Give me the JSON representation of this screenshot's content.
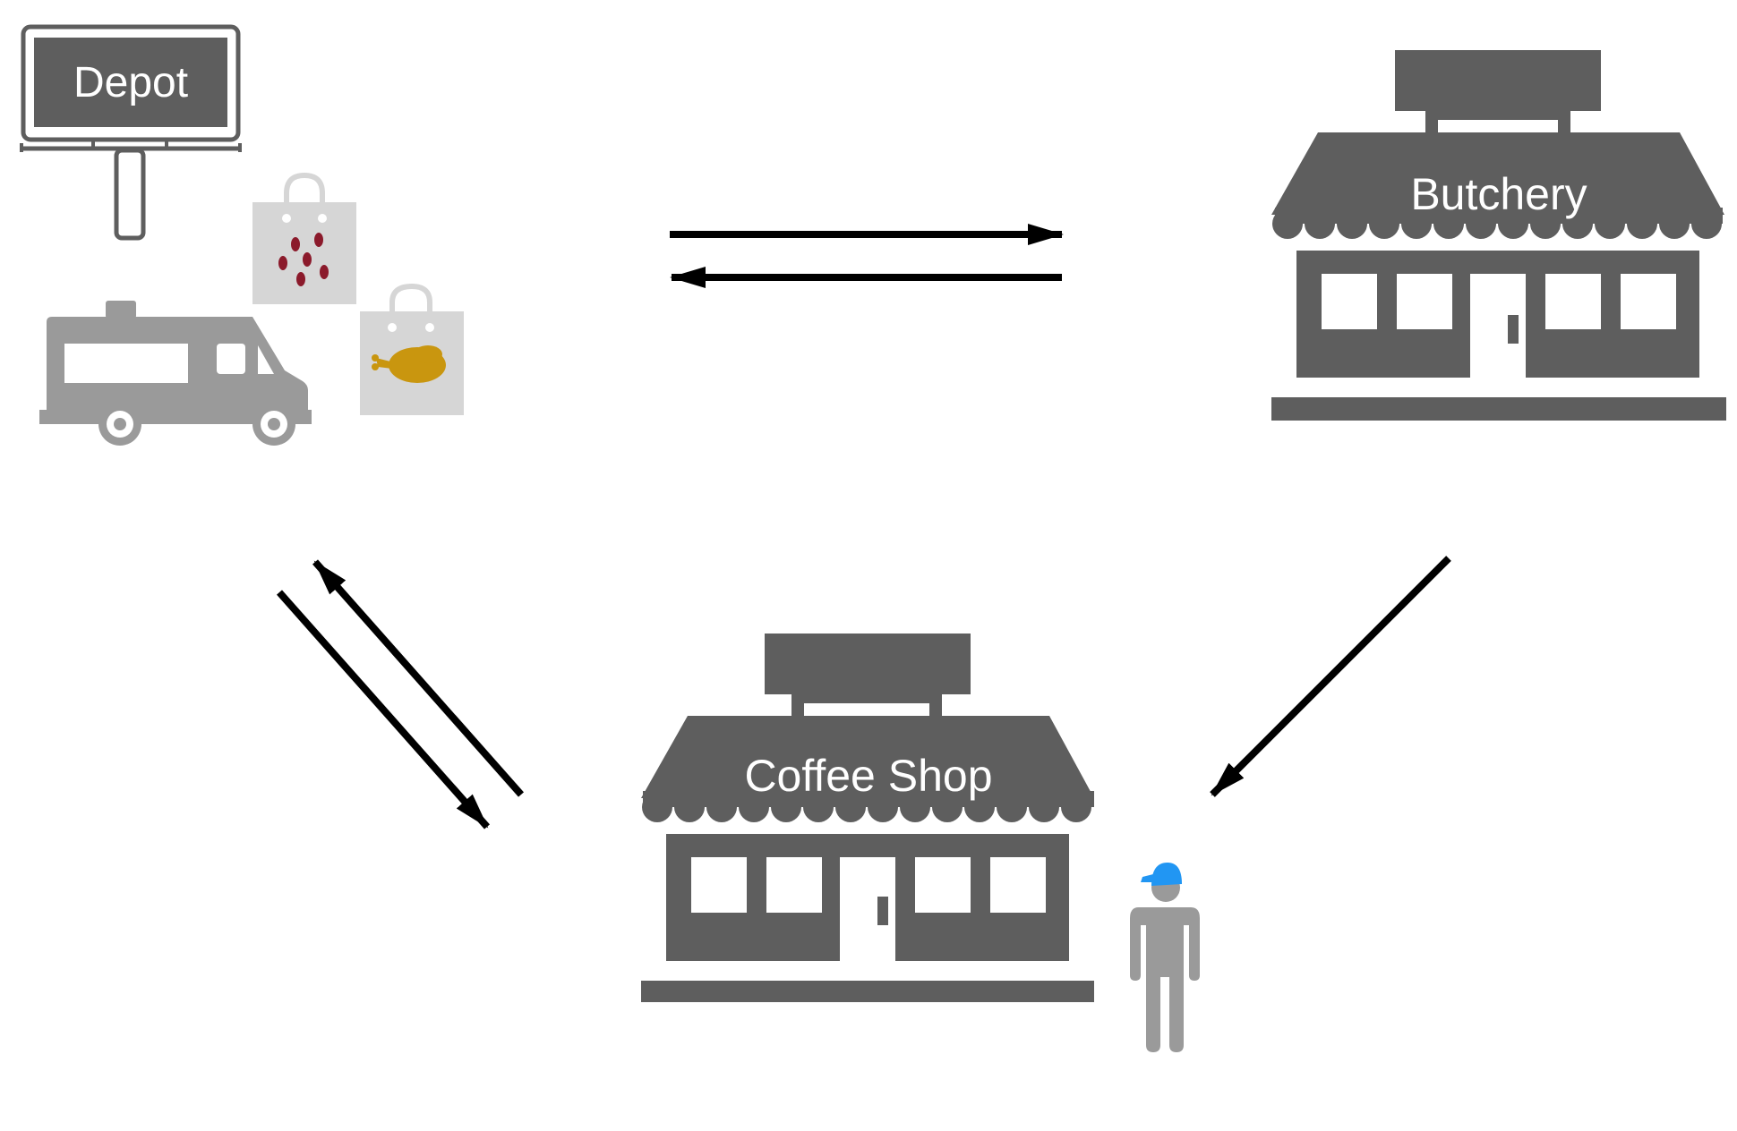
{
  "depot": {
    "label": "Depot"
  },
  "butchery": {
    "label": "Butchery"
  },
  "coffee_shop": {
    "label": "Coffee Shop"
  },
  "colors": {
    "building": "#5e5e5e",
    "truck": "#9a9a9a",
    "bag": "#d6d6d6",
    "coffee_beans": "#8b1a2b",
    "chicken": "#c9960f",
    "person": "#9a9a9a",
    "cap": "#2196f3",
    "arrow": "#000000"
  },
  "icons": {
    "depot_sign": "signpost-icon",
    "truck": "delivery-truck-icon",
    "coffee_bag": "coffee-beans-bag-icon",
    "chicken_bag": "chicken-bag-icon",
    "butchery_store": "storefront-icon",
    "coffee_store": "storefront-icon",
    "customer": "person-with-cap-icon"
  }
}
